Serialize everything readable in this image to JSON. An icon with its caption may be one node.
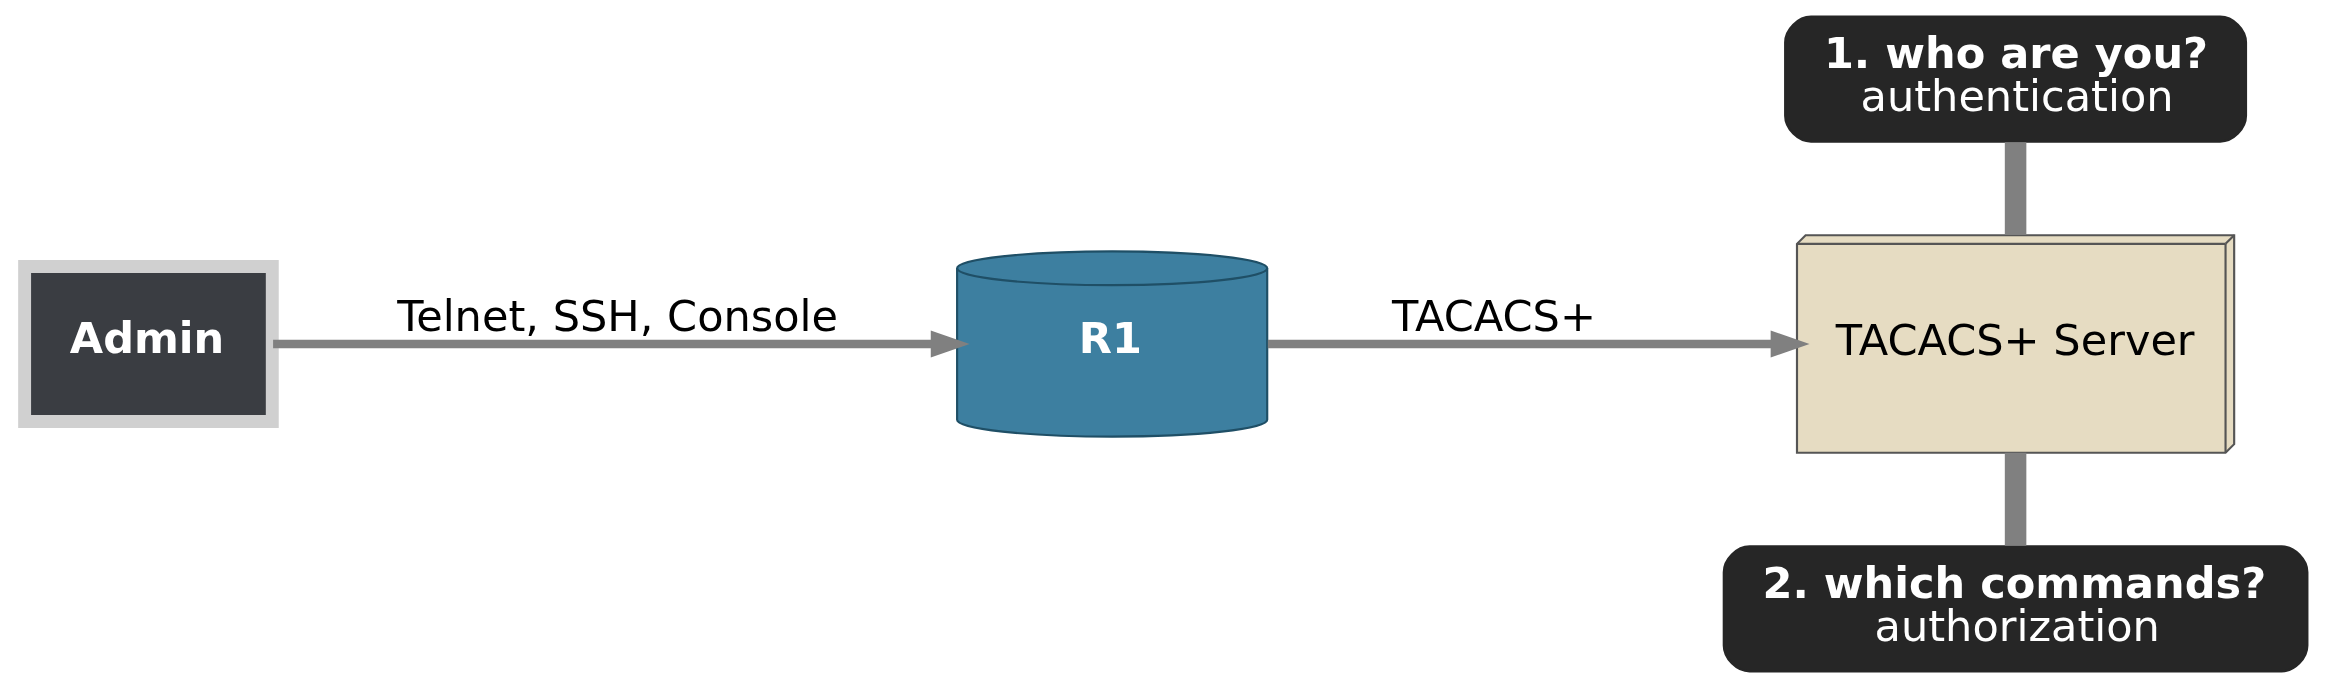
{
  "diagram": {
    "nodes": [
      {
        "text": [
          "Admin"
        ]
      },
      {
        "text": [
          "R1"
        ]
      },
      {
        "text": [
          "TACACS+ Server"
        ]
      },
      {
        "text": [
          "1. who are you?",
          "authentication"
        ]
      },
      {
        "text": [
          "2. which commands?",
          "authorization"
        ]
      }
    ],
    "edges": [
      {
        "from": 0,
        "to": 1,
        "arrow": "to",
        "label": "Telnet, SSH, Console"
      },
      {
        "from": 1,
        "to": 2,
        "arrow": "to",
        "label": "TACACS+"
      },
      {
        "from": 3,
        "to": 2,
        "arrow": "none",
        "style": "thick"
      },
      {
        "from": 2,
        "to": 4,
        "arrow": "none",
        "style": "thick"
      }
    ]
  }
}
